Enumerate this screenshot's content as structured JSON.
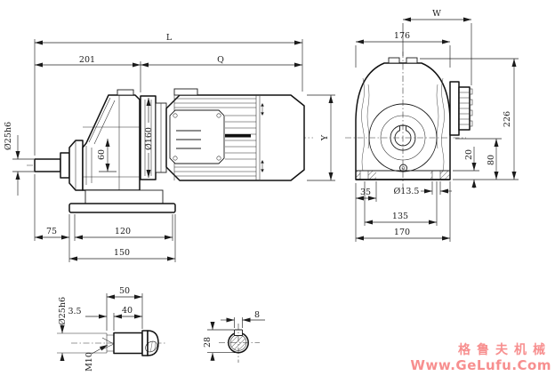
{
  "watermark": {
    "brand": "格鲁夫机械",
    "url": "Www.GeLufu.Com",
    "color": "#f78f8f"
  },
  "side_view": {
    "dims": {
      "L": "L",
      "gear_len": "201",
      "Q": "Q",
      "shaft_dia": "Ø25h6",
      "flange_dia": "Ø160",
      "axis_drop": "60",
      "shaft_to_foot": "75",
      "foot_holes": "120",
      "base_len": "150",
      "motor_height": "Y"
    }
  },
  "front_view": {
    "dims": {
      "W": "W",
      "body_width": "176",
      "height": "226",
      "foot_thk": "20",
      "axis_height": "80",
      "foot_edge": "35",
      "hole_dia": "Ø13.5",
      "hole_span": "135",
      "base_width": "170"
    }
  },
  "shaft_detail": {
    "dims": {
      "len_total": "50",
      "len_usable": "40",
      "groove": "3.5",
      "dia": "Ø25h6",
      "tap": "M10"
    }
  },
  "key_section": {
    "dims": {
      "key_width": "8",
      "height_over_key": "28"
    }
  }
}
